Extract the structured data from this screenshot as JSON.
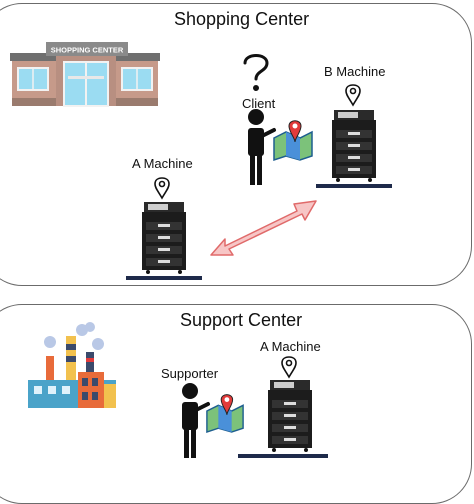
{
  "shopping_center": {
    "title": "Shopping Center",
    "sign": "SHOPPING CENTER",
    "client_label": "Client",
    "machine_b_label": "B Machine",
    "machine_a_label": "A Machine",
    "question_icon": "question-mark-icon",
    "pin_icon": "location-pin-icon"
  },
  "support_center": {
    "title": "Support Center",
    "supporter_label": "Supporter",
    "machine_a_label": "A Machine"
  },
  "colors": {
    "border": "#6b6b6b",
    "arrow_fill": "#f7c6c6",
    "arrow_stroke": "#e06a6a",
    "map_green": "#7cc27a",
    "map_blue": "#4a90d9",
    "pin_red": "#e23b3b"
  }
}
